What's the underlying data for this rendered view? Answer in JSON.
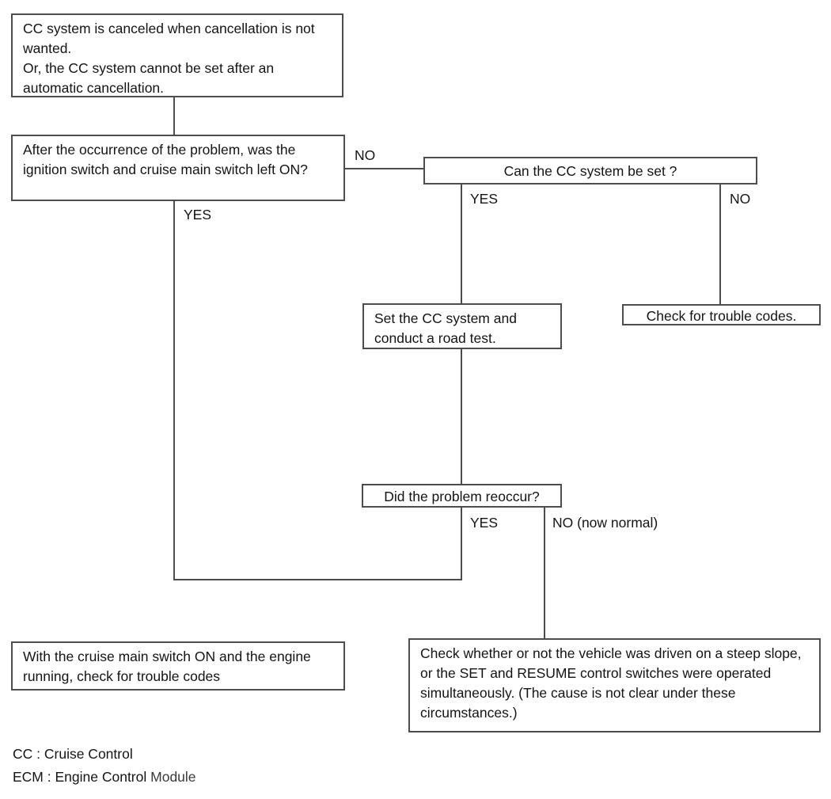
{
  "diagram": {
    "title": "CC system cancellation troubleshooting flowchart",
    "line_color": "#4d4d4d",
    "text_color": "#141414",
    "background": "#ffffff"
  },
  "nodes": {
    "symptom": "CC system is canceled when cancellation is not wanted.\nOr, the CC system cannot be set after an automatic cancellation.",
    "question_ignition": "After the occurrence of the problem, was the ignition switch and cruise main switch left ON?",
    "question_can_set": "Can the CC system be set ?",
    "action_set_and_road_test": "Set the CC system and conduct a road test.",
    "action_check_codes": "Check for trouble codes.",
    "question_reoccur": "Did the problem reoccur?",
    "action_cruise_on_check_codes": "With the cruise main switch ON and the engine running, check for trouble codes",
    "action_check_steep_slope": "Check whether or not the vehicle was driven on a steep slope, or the SET and RESUME control switches were operated simultaneously. (The cause is not clear under these circumstances.)"
  },
  "edge_labels": {
    "ignition_no": "NO",
    "ignition_yes": "YES",
    "can_set_yes": "YES",
    "can_set_no": "NO",
    "reoccur_yes": "YES",
    "reoccur_no": "NO (now normal)"
  },
  "legend": {
    "cc_abbr": "CC",
    "cc_sep": " : ",
    "cc_term": "Cruise Control",
    "ecm_abbr": "ECM",
    "ecm_sep": " : ",
    "ecm_term": "Engine Control",
    "ecm_term_tail": " Module"
  }
}
